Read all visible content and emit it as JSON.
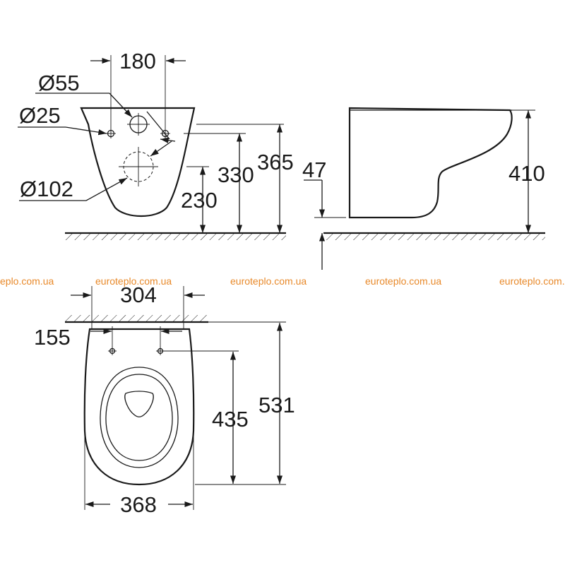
{
  "dimensions": {
    "front_width_holes": "180",
    "dia_55": "Ø55",
    "dia_25": "Ø25",
    "dia_102": "Ø102",
    "h_230": "230",
    "h_330": "330",
    "h_365": "365",
    "side_47": "47",
    "side_410": "410",
    "top_304": "304",
    "top_155": "155",
    "top_435": "435",
    "top_531": "531",
    "top_368": "368"
  },
  "watermark": {
    "items": [
      "eplo.com.ua",
      "euroteplo.com.ua",
      "euroteplo.com.ua",
      "euroteplo.com.ua",
      "euroteplo.com.ua"
    ],
    "color": "#e8892a"
  },
  "colors": {
    "line": "#1a1a1a",
    "background": "#ffffff"
  }
}
